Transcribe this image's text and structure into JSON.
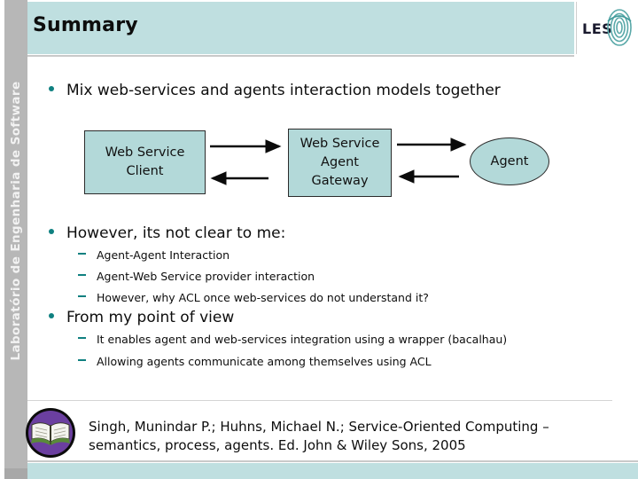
{
  "slide": {
    "title": "Summary",
    "sidebar_label": "Laboratório de Engenharia de Software",
    "logo_text": "LES"
  },
  "colors": {
    "band": "#bfdfe0",
    "sidebar": "#b7b7b7",
    "bullet": "#0f8080",
    "node_fill": "#b3d9d9",
    "node_border": "#2b2b2b",
    "text": "#0d0d0d"
  },
  "content": {
    "bullets": [
      {
        "label": "Mix web-services and agents interaction models together",
        "subs": []
      },
      {
        "label": "However, its not clear to me:",
        "subs": [
          "Agent-Agent Interaction",
          "Agent-Web Service provider interaction",
          "However, why ACL once web-services do not understand it?"
        ]
      },
      {
        "label": "From my point of view",
        "subs": [
          "It enables agent and web-services integration using a wrapper (bacalhau)",
          "Allowing agents communicate among themselves using ACL"
        ]
      }
    ]
  },
  "diagram": {
    "nodes": [
      {
        "name": "web-service-client",
        "shape": "box",
        "lines": [
          "Web Service",
          "Client"
        ]
      },
      {
        "name": "web-service-agent-gateway",
        "shape": "box",
        "lines": [
          "Web Service",
          "Agent",
          "Gateway"
        ]
      },
      {
        "name": "agent",
        "shape": "ellipse",
        "lines": [
          "Agent"
        ]
      }
    ],
    "edges": [
      {
        "from": "web-service-client",
        "to": "web-service-agent-gateway",
        "direction": "right"
      },
      {
        "from": "web-service-agent-gateway",
        "to": "web-service-client",
        "direction": "left"
      },
      {
        "from": "web-service-agent-gateway",
        "to": "agent",
        "direction": "right"
      },
      {
        "from": "agent",
        "to": "web-service-agent-gateway",
        "direction": "left"
      }
    ]
  },
  "footer": {
    "citation_line1": "Singh, Munindar P.; Huhns, Michael N.; Service-Oriented Computing –",
    "citation_line2": "semantics, process, agents. Ed. John & Wiley Sons, 2005"
  }
}
